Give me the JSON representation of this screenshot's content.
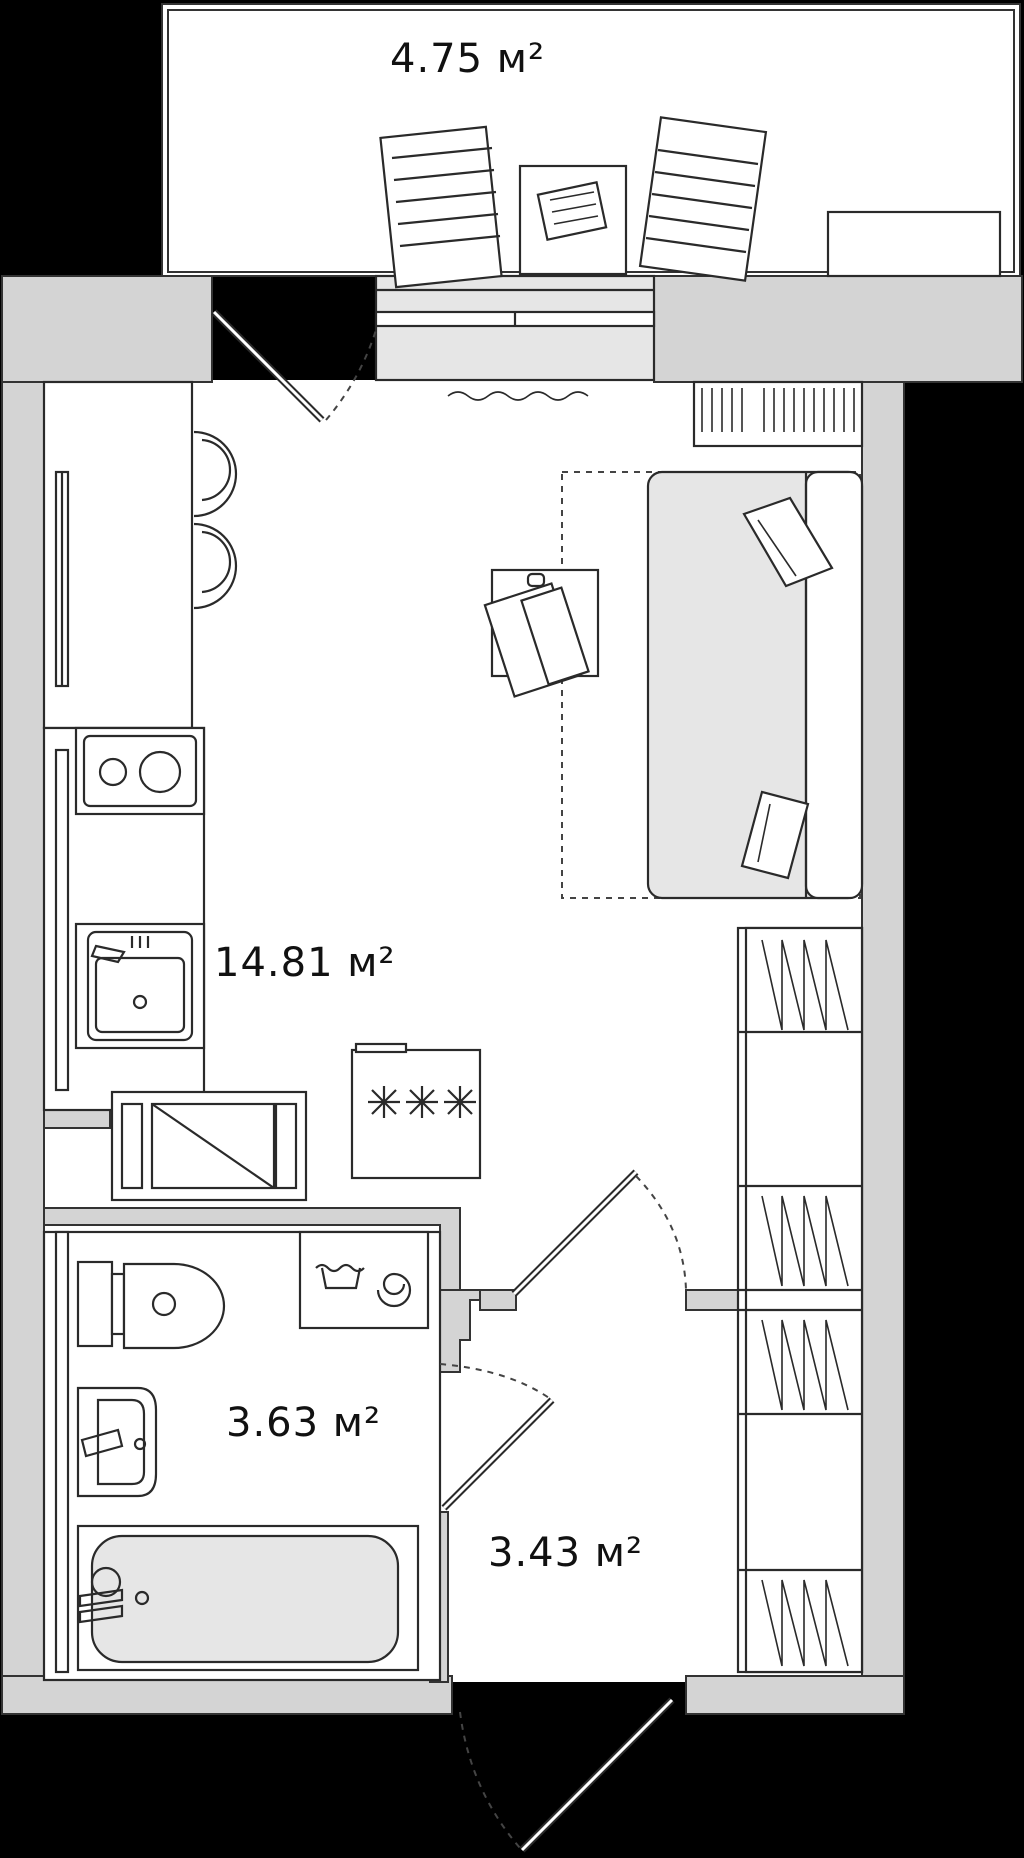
{
  "rooms": {
    "balcony": {
      "area": "4.75 м²"
    },
    "living_kitchen": {
      "area": "14.81 м²"
    },
    "bathroom": {
      "area": "3.63 м²"
    },
    "hallway": {
      "area": "3.43 м²"
    }
  },
  "colors": {
    "background": "#000000",
    "wall": "#d4d4d4",
    "floor": "#ffffff",
    "furniture_accent": "#e6e6e6"
  }
}
